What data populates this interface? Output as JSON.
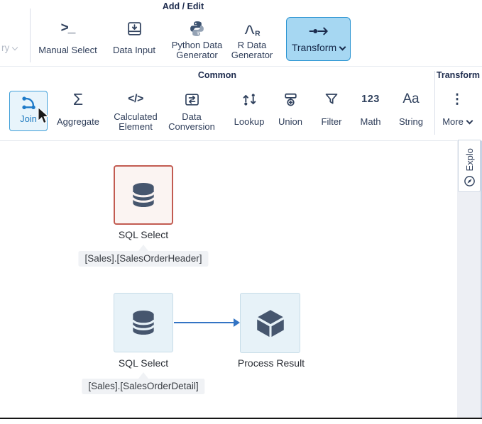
{
  "ribbon_top": {
    "group_label": "Add / Edit",
    "truncated_dropdown": "ry",
    "buttons": {
      "manual_icon": ">_",
      "manual_select": "Manual Select",
      "data_input": "Data Input",
      "python_line1": "Python Data",
      "python_line2": "Generator",
      "r_line1": "R Data",
      "r_line2": "Generator",
      "transform": "Transform"
    }
  },
  "ribbon_common": {
    "group_label": "Common",
    "group_label_right": "Transform",
    "buttons": {
      "join": "Join",
      "aggregate_icon": "Σ",
      "aggregate": "Aggregate",
      "calculated_icon": "</>",
      "calculated_line1": "Calculated",
      "calculated_line2": "Element",
      "conversion_line1": "Data",
      "conversion_line2": "Conversion",
      "lookup": "Lookup",
      "union": "Union",
      "filter": "Filter",
      "math_icon": "123",
      "math": "Math",
      "string_icon": "Aa",
      "string": "String",
      "more_icon": "⋮",
      "more": "More"
    }
  },
  "canvas": {
    "nodes": [
      {
        "label": "SQL Select",
        "tag": "[Sales].[SalesOrderHeader]"
      },
      {
        "label": "SQL Select",
        "tag": "[Sales].[SalesOrderDetail]"
      },
      {
        "label": "Process Result"
      }
    ]
  },
  "explorer_tab": {
    "label": "Explo"
  },
  "colors": {
    "accent_blue": "#2a94d2",
    "transform_fill": "#a6d7f2",
    "join_blue": "#1f7bc0",
    "node_red_border": "#c25b51",
    "node_blue_fill": "#e7f2f8",
    "edge_blue": "#3374c4",
    "tag_fill": "#f0f2f5",
    "icon_slate": "#46566e"
  }
}
